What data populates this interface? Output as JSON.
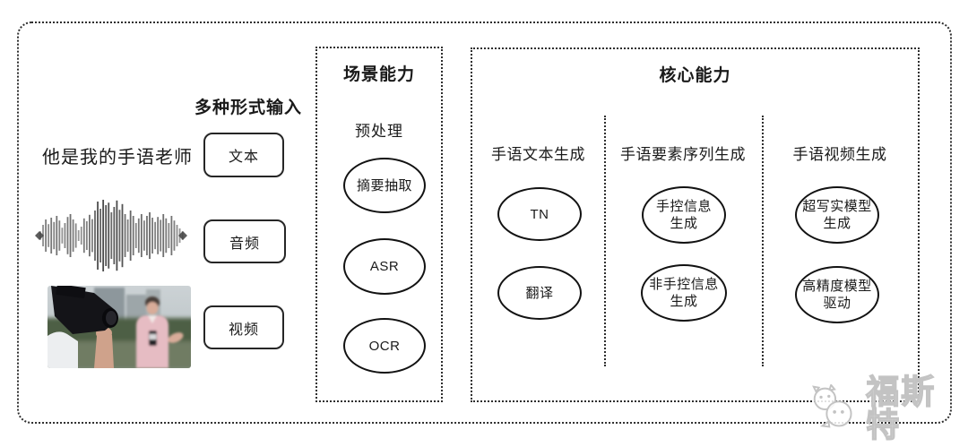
{
  "diagram": {
    "input": {
      "header": "多种形式输入",
      "text_sample": "他是我的手语老师",
      "types": [
        {
          "label": "文本"
        },
        {
          "label": "音频"
        },
        {
          "label": "视频"
        }
      ]
    },
    "scene": {
      "title": "场景能力",
      "subtitle": "预处理",
      "nodes": [
        {
          "label": "摘要抽取"
        },
        {
          "label": "ASR"
        },
        {
          "label": "OCR"
        }
      ]
    },
    "core": {
      "title": "核心能力",
      "columns": [
        {
          "header": "手语文本生成",
          "nodes": [
            {
              "label": "TN"
            },
            {
              "label": "翻译"
            }
          ]
        },
        {
          "header": "手语要素序列生成",
          "nodes": [
            {
              "label": "手控信息\n生成"
            },
            {
              "label": "非手控信息\n生成"
            }
          ]
        },
        {
          "header": "手语视频生成",
          "nodes": [
            {
              "label": "超写实模型\n生成"
            },
            {
              "label": "高精度模型\n驱动"
            }
          ]
        }
      ]
    },
    "watermark": {
      "text": "福斯特"
    },
    "colors": {
      "border_stroke": "#2e2e2e",
      "node_stroke": "#121212",
      "text": "#1a1a1a",
      "watermark_gray": "#c3c3c3"
    }
  }
}
